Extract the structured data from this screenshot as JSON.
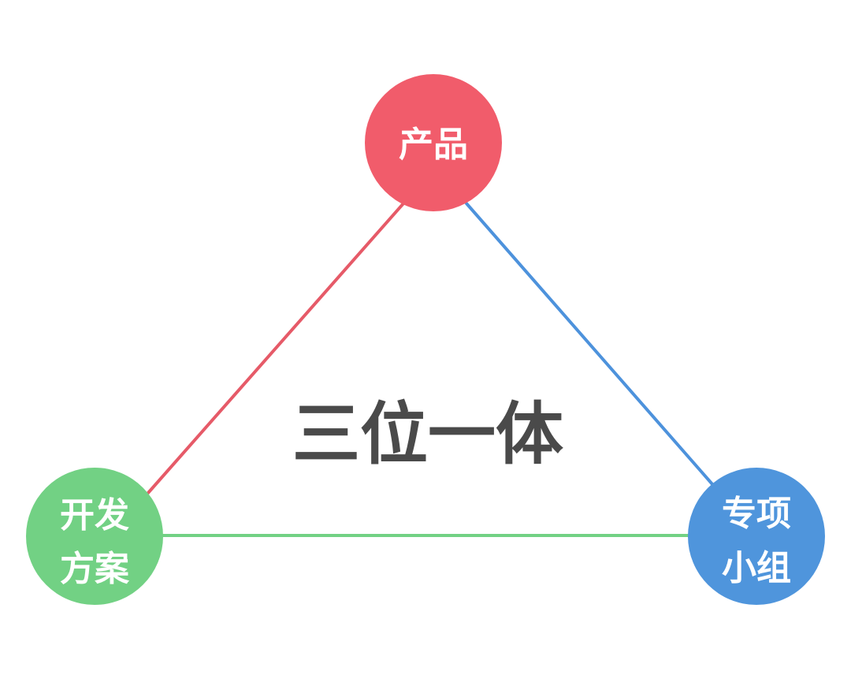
{
  "center_title": "三位一体",
  "nodes": {
    "top": {
      "line1": "产品",
      "line2": "",
      "color": "#f15c6b"
    },
    "left": {
      "line1": "开发",
      "line2": "方案",
      "color": "#72d184"
    },
    "right": {
      "line1": "专项",
      "line2": "小组",
      "color": "#4f95dc"
    }
  },
  "edges": {
    "top_left": {
      "color": "#e65a68"
    },
    "top_right": {
      "color": "#4d92dc"
    },
    "left_right": {
      "color": "#72d184"
    }
  }
}
